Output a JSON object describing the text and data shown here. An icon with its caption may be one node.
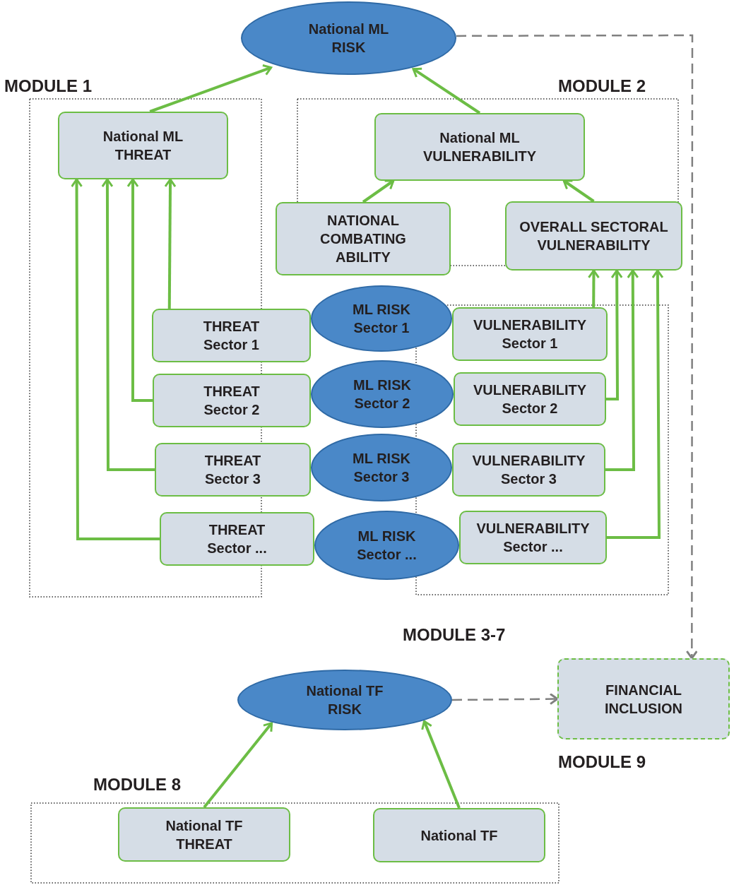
{
  "diagram": {
    "nodes": [
      {
        "text": [
          "National ML RISK"
        ]
      },
      {
        "text": [
          "National ML THREAT"
        ]
      },
      {
        "text": [
          "National ML VULNERABILITY"
        ]
      },
      {
        "text": [
          "NATIONAL COMBATING ABILITY"
        ]
      },
      {
        "text": [
          "OVERALL SECTORAL VULNERABILITY"
        ]
      },
      {
        "text": [
          "THREAT Sector 1"
        ]
      },
      {
        "text": [
          "ML RISK Sector 1"
        ]
      },
      {
        "text": [
          "VULNERABILITY Sector 1"
        ]
      },
      {
        "text": [
          "THREAT Sector 2"
        ]
      },
      {
        "text": [
          "ML RISK Sector 2"
        ]
      },
      {
        "text": [
          "VULNERABILITY Sector 2"
        ]
      },
      {
        "text": [
          "THREAT Sector 3"
        ]
      },
      {
        "text": [
          "ML RISK Sector 3"
        ]
      },
      {
        "text": [
          "VULNERABILITY Sector 3"
        ]
      },
      {
        "text": [
          "THREAT Sector ..."
        ]
      },
      {
        "text": [
          "ML RISK Sector ..."
        ]
      },
      {
        "text": [
          "VULNERABILITY Sector ..."
        ]
      },
      {
        "text": [
          "National TF RISK"
        ]
      },
      {
        "text": [
          "FINANCIAL INCLUSION"
        ]
      },
      {
        "text": [
          "National TF THREAT"
        ]
      },
      {
        "text": [
          "National TF"
        ]
      }
    ],
    "edges": [
      {
        "from": 1,
        "to": 0,
        "arrow": "to"
      },
      {
        "from": 2,
        "to": 0,
        "arrow": "to"
      },
      {
        "from": 3,
        "to": 2,
        "arrow": "to"
      },
      {
        "from": 4,
        "to": 2,
        "arrow": "to"
      },
      {
        "from": 5,
        "to": 1,
        "arrow": "to"
      },
      {
        "from": 8,
        "to": 1,
        "arrow": "to"
      },
      {
        "from": 11,
        "to": 1,
        "arrow": "to"
      },
      {
        "from": 14,
        "to": 1,
        "arrow": "to"
      },
      {
        "from": 7,
        "to": 4,
        "arrow": "to"
      },
      {
        "from": 10,
        "to": 4,
        "arrow": "to"
      },
      {
        "from": 13,
        "to": 4,
        "arrow": "to"
      },
      {
        "from": 16,
        "to": 4,
        "arrow": "to"
      },
      {
        "from": 19,
        "to": 17,
        "arrow": "to"
      },
      {
        "from": 20,
        "to": 17,
        "arrow": "to"
      },
      {
        "from": 0,
        "to": 18,
        "arrow": "to",
        "style": "dashed",
        "color": "#808080"
      },
      {
        "from": 17,
        "to": 18,
        "arrow": "to",
        "style": "dashed",
        "color": "#808080"
      }
    ],
    "labels": [
      "MODULE 1",
      "MODULE 2",
      "MODULE 3-7",
      "MODULE 9",
      "MODULE 8"
    ]
  }
}
